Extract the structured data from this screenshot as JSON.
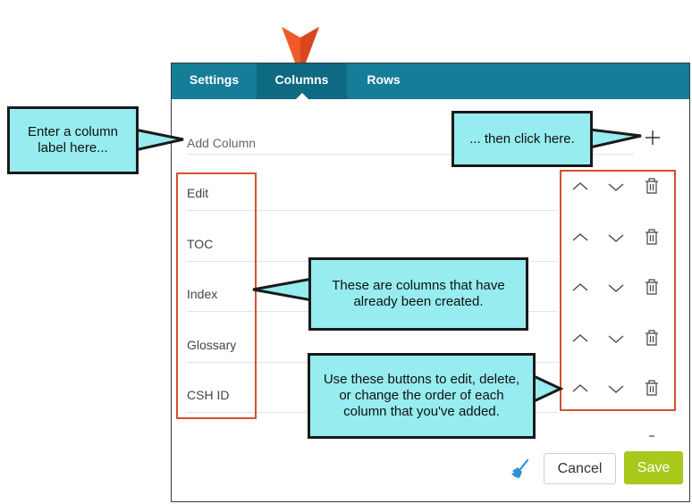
{
  "tabs": [
    {
      "label": "Settings",
      "active": false
    },
    {
      "label": "Columns",
      "active": true
    },
    {
      "label": "Rows",
      "active": false
    }
  ],
  "add_column": {
    "placeholder": "Add Column",
    "value": ""
  },
  "columns": [
    "Edit",
    "TOC",
    "Index",
    "Glossary",
    "CSH ID"
  ],
  "icons": {
    "add": "plus-icon",
    "up": "chevron-up-icon",
    "down": "chevron-down-icon",
    "delete": "trash-icon",
    "clear": "broom-icon",
    "collapse": "minus-icon"
  },
  "footer": {
    "cancel_label": "Cancel",
    "save_label": "Save"
  },
  "callouts": {
    "enter_label": [
      "Enter a column",
      "label here..."
    ],
    "click_here": "... then click here.",
    "already_created": [
      "These are columns that have",
      "already been created."
    ],
    "use_buttons": [
      "Use these buttons to edit, delete,",
      "or change the order of each",
      "column that you've added."
    ]
  },
  "colors": {
    "tab_bar": "#157d97",
    "tab_active": "#0e6a83",
    "save_button": "#a8c81b",
    "callout_fill": "#96ecef",
    "highlight_frame": "#d7502e",
    "pointer_marker": "#f05a28"
  }
}
